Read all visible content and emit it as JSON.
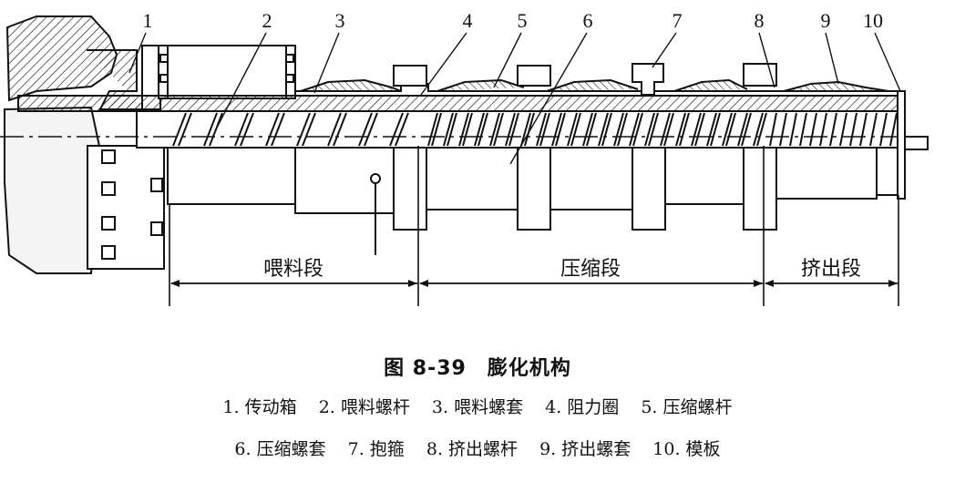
{
  "callout_numbers": [
    "1",
    "2",
    "3",
    "4",
    "5",
    "6",
    "7",
    "8",
    "9",
    "10"
  ],
  "sections": {
    "feed": "喂料段",
    "compression": "压缩段",
    "extrusion": "挤出段"
  },
  "caption": {
    "title": "图 8-39　膨化机构"
  },
  "legend": {
    "row1": [
      "1. 传动箱",
      "2. 喂料螺杆",
      "3. 喂料螺套",
      "4. 阻力圈",
      "5. 压缩螺杆"
    ],
    "row2": [
      "6. 压缩螺套",
      "7. 抱箍",
      "8. 挤出螺杆",
      "9. 挤出螺套",
      "10. 模板"
    ]
  }
}
